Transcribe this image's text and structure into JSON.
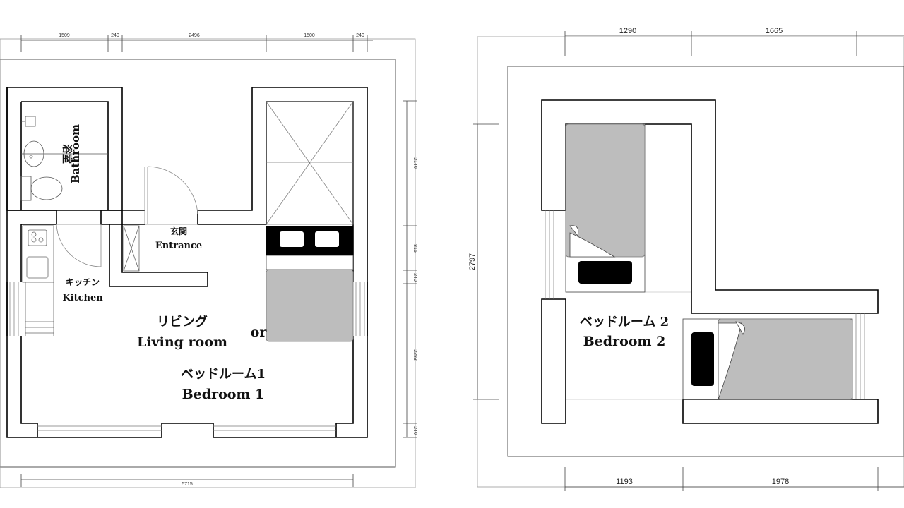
{
  "plan_left": {
    "dimensions_top": [
      "1509",
      "240",
      "2496",
      "1500",
      "240"
    ],
    "dimension_bottom": "5715",
    "dimensions_right": [
      "2140",
      "815",
      "240",
      "2283",
      "240"
    ],
    "rooms": {
      "bathroom_jp": "浴室",
      "bathroom_en": "Bathroom",
      "entrance_jp": "玄関",
      "entrance_en": "Entrance",
      "kitchen_jp": "キッチン",
      "kitchen_en": "Kitchen",
      "living_jp": "リビング",
      "living_en": "Living room",
      "or": "or",
      "bedroom1_jp": "ベッドルーム1",
      "bedroom1_en": "Bedroom 1"
    }
  },
  "plan_right": {
    "dimensions_top": [
      "1290",
      "1665"
    ],
    "dimensions_bottom": [
      "1193",
      "1978"
    ],
    "dimension_left": "2797",
    "rooms": {
      "bedroom2_jp": "ベッドルーム 2",
      "bedroom2_en": "Bedroom 2"
    }
  },
  "colors": {
    "wall": "#000000",
    "bed": "#c0c0c0",
    "pillow": "#000000"
  }
}
